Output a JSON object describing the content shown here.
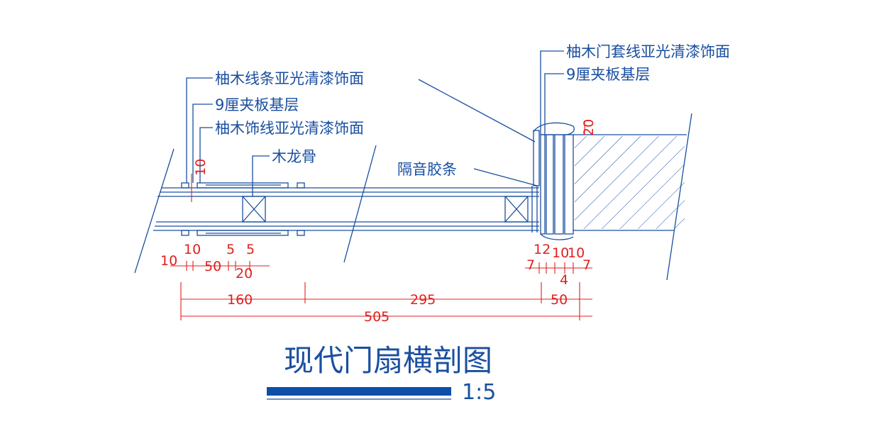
{
  "drawing": {
    "title": "现代门扇横剖图",
    "scale": "1:5",
    "colors": {
      "line": "#1a4fa0",
      "dimension": "#e02020"
    }
  },
  "callouts": {
    "left_1": "柚木线条亚光清漆饰面",
    "left_2": "9厘夹板基层",
    "left_3": "柚木饰线亚光清漆饰面",
    "center_1": "木龙骨",
    "center_2": "隔音胶条",
    "right_1": "柚木门套线亚光清漆饰面",
    "right_2": "9厘夹板基层"
  },
  "dimensions": {
    "top_10_vertical": "10",
    "wall_20": "20",
    "left_top": [
      "10",
      "5",
      "5"
    ],
    "left_bottom": [
      "10",
      "50",
      "20"
    ],
    "right_top": [
      "12",
      "10",
      "10"
    ],
    "right_bottom": [
      "7",
      "4",
      "7"
    ],
    "overall_1": "160",
    "overall_2": "295",
    "overall_3": "50",
    "overall_total": "505"
  }
}
